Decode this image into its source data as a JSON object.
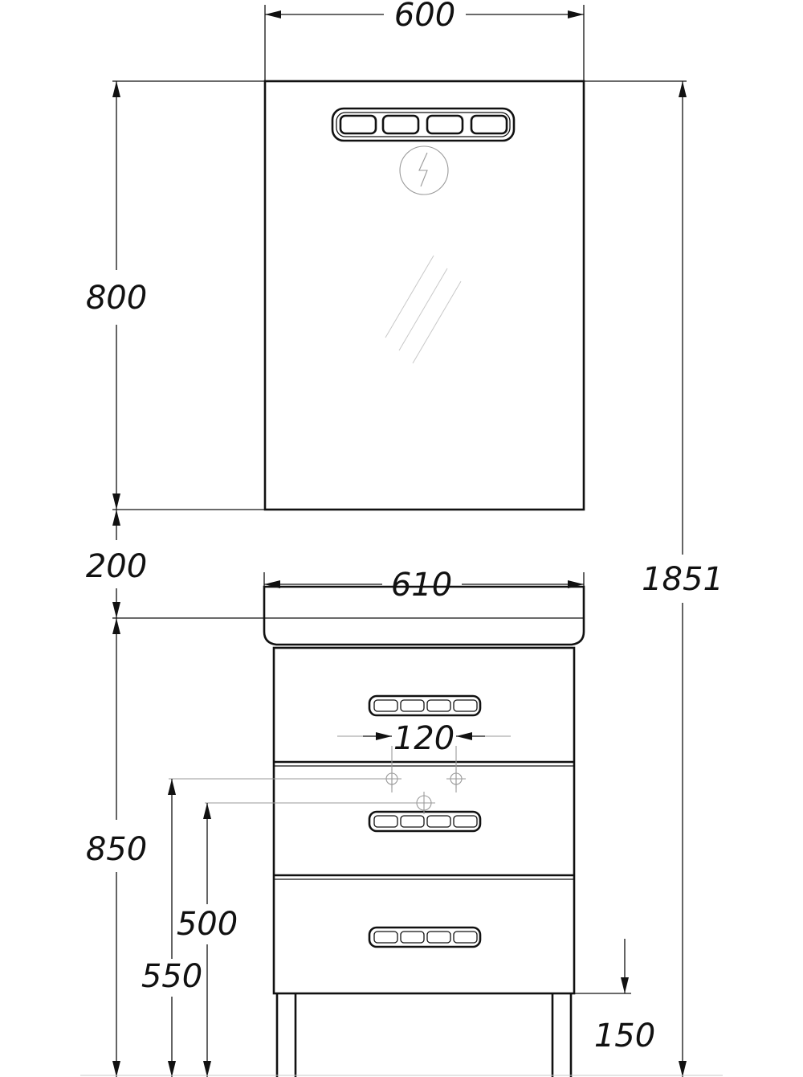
{
  "dimensions": {
    "mirror_width": "600",
    "mirror_height": "800",
    "gap": "200",
    "vanity_width": "610",
    "total_height": "1851",
    "tap_spacing": "120",
    "vanity_height": "850",
    "drain_height": "500",
    "supply_height": "550",
    "leg_height": "150"
  },
  "colors": {
    "line": "#111111",
    "background": "#ffffff",
    "faint": "#9a9a9a"
  }
}
